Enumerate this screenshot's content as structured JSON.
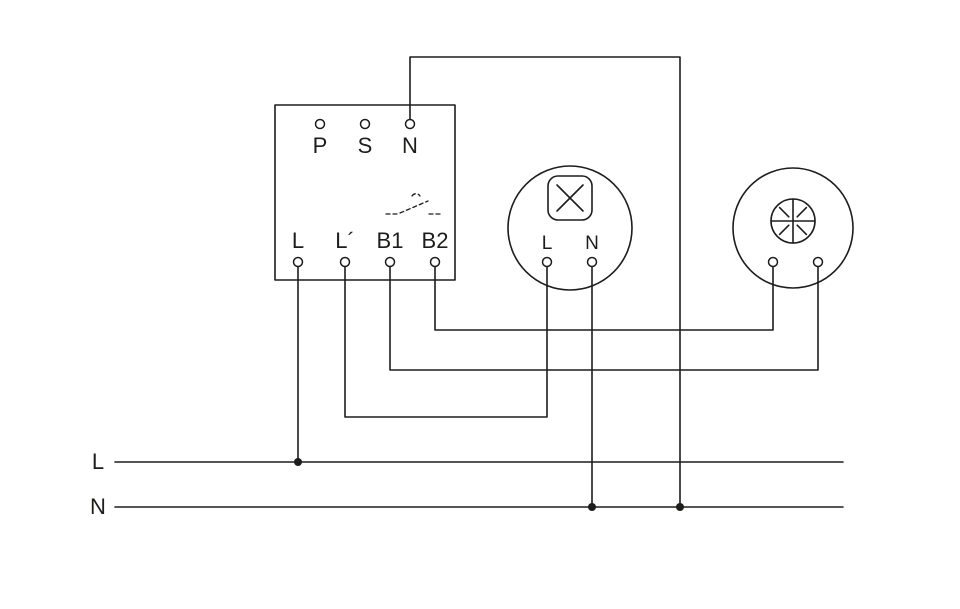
{
  "colors": {
    "line": "#1d1d1b",
    "background": "#ffffff"
  },
  "control_unit": {
    "top_terminals": [
      {
        "label": "P"
      },
      {
        "label": "S"
      },
      {
        "label": "N"
      }
    ],
    "bottom_terminals": [
      {
        "label": "L"
      },
      {
        "label": "L´"
      },
      {
        "label": "B1"
      },
      {
        "label": "B2"
      }
    ]
  },
  "lamp": {
    "terminals": [
      {
        "label": "L"
      },
      {
        "label": "N"
      }
    ]
  },
  "supply_lines": {
    "phase": {
      "label": "L"
    },
    "neutral": {
      "label": "N"
    }
  }
}
